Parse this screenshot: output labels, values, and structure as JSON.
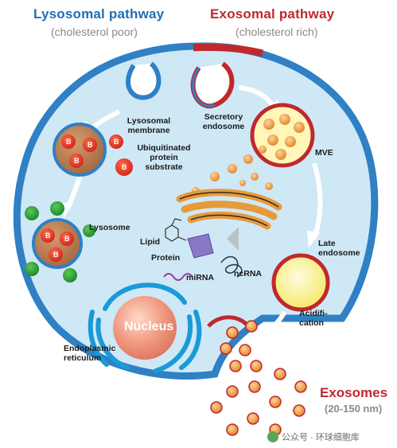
{
  "header": {
    "lysosomal_title": "Lysosomal pathway",
    "lysosomal_subtitle": "(cholesterol poor)",
    "exosomal_title": "Exosomal pathway",
    "exosomal_subtitle": "(cholesterol rich)"
  },
  "labels": {
    "lysosomal_membrane": "Lysosomal membrane",
    "secretory_endosome": "Secretory endosome",
    "ubiquitinated": "Ubiquitinated protein substrate",
    "mve": "MVE",
    "lysosome": "Lysosome",
    "lipid": "Lipid",
    "protein": "Protein",
    "mirna": "miRNA",
    "ncrna": "ncRNA",
    "late_endosome": "Late endosome",
    "acidification": "Acidifi- cation",
    "nucleus": "Nucleus",
    "er": "Endoplasmic reticulum",
    "exosomes": "Exosomes",
    "exosomes_size": "(20-150 nm)",
    "b_marker": "B"
  },
  "watermark": "公众号 · 环球细胞库",
  "colors": {
    "cytoplasm": "#cfe8f6",
    "membrane": "#2f80c4",
    "exosomal_red": "#c0282d",
    "lysosomal_blue": "#1f6fb5",
    "lysosome_brown": "#b9774a",
    "vesicle_orange": "#e69a3c",
    "mve_fill": "#fff6b8",
    "green_ub": "#2fa336",
    "nucleus": "#f2a08a"
  }
}
